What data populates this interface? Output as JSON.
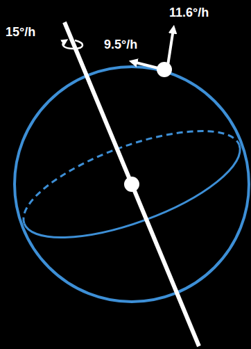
{
  "diagram": {
    "labels": [
      "15°/h",
      "9.5°/h",
      "11.6°/h"
    ]
  }
}
